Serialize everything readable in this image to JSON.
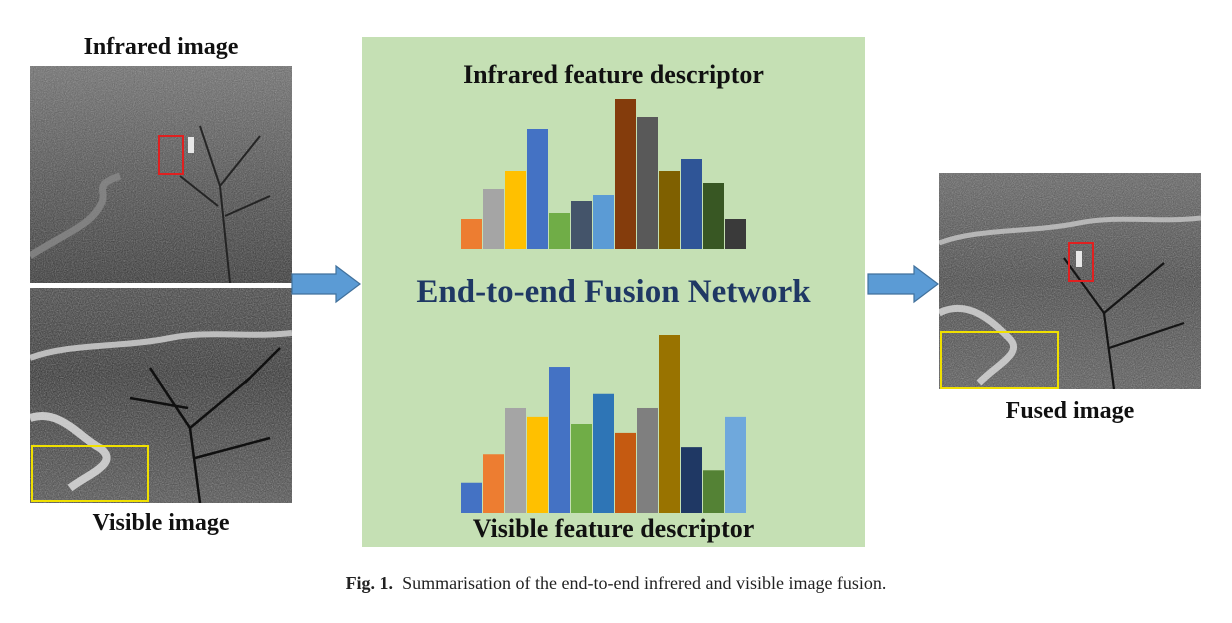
{
  "left": {
    "infrared_label": "Infrared image",
    "visible_label": "Visible image"
  },
  "center": {
    "infrared_descriptor_title": "Infrared feature descriptor",
    "network_title": "End-to-end Fusion Network",
    "visible_descriptor_title": "Visible feature descriptor",
    "infrared_bars": [
      {
        "value": 0.2,
        "color": "#ed7d31"
      },
      {
        "value": 0.4,
        "color": "#a5a5a5"
      },
      {
        "value": 0.52,
        "color": "#ffc000"
      },
      {
        "value": 0.8,
        "color": "#4472c4"
      },
      {
        "value": 0.24,
        "color": "#70ad47"
      },
      {
        "value": 0.32,
        "color": "#44546a"
      },
      {
        "value": 0.36,
        "color": "#5b9bd5"
      },
      {
        "value": 1.0,
        "color": "#843c0c"
      },
      {
        "value": 0.88,
        "color": "#595959"
      },
      {
        "value": 0.52,
        "color": "#7f6000"
      },
      {
        "value": 0.6,
        "color": "#2f5597"
      },
      {
        "value": 0.44,
        "color": "#385723"
      },
      {
        "value": 0.2,
        "color": "#3a3a3a"
      }
    ],
    "visible_bars": [
      {
        "value": 0.17,
        "color": "#4472c4"
      },
      {
        "value": 0.33,
        "color": "#ed7d31"
      },
      {
        "value": 0.59,
        "color": "#a5a5a5"
      },
      {
        "value": 0.54,
        "color": "#ffc000"
      },
      {
        "value": 0.82,
        "color": "#4472c4"
      },
      {
        "value": 0.5,
        "color": "#70ad47"
      },
      {
        "value": 0.67,
        "color": "#2e75b6"
      },
      {
        "value": 0.45,
        "color": "#c55a11"
      },
      {
        "value": 0.59,
        "color": "#7f7f7f"
      },
      {
        "value": 1.0,
        "color": "#997300"
      },
      {
        "value": 0.37,
        "color": "#1f3864"
      },
      {
        "value": 0.24,
        "color": "#548235"
      },
      {
        "value": 0.54,
        "color": "#6fa8dc"
      }
    ]
  },
  "right": {
    "fused_label": "Fused image"
  },
  "colors": {
    "panel": "#c5e0b4",
    "arrow": "#5b9bd5",
    "network_title": "#1f3864",
    "target_box": "#e02020",
    "region_box": "#f0e000"
  },
  "caption": {
    "prefix": "Fig. 1.",
    "text": "Summarisation of the end-to-end infrered and visible image fusion."
  }
}
